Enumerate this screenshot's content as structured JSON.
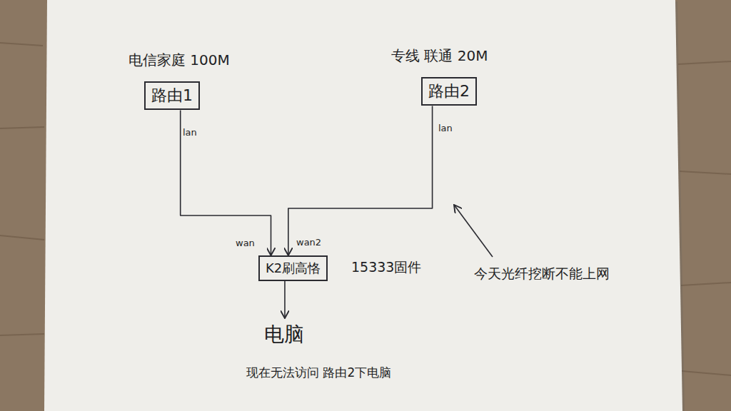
{
  "diagram": {
    "caption": "现在无法访问 路由2下电脑",
    "nodes": [
      {
        "text": [
          "电信家庭 100M",
          "路由1"
        ]
      },
      {
        "text": [
          "专线 联通 20M",
          "路由2"
        ]
      },
      {
        "text": [
          "K2刷高恪"
        ]
      },
      {
        "text": [
          "电脑"
        ]
      }
    ],
    "edges": [
      {
        "from": 0,
        "to": 2,
        "arrow": "to"
      },
      {
        "from": 1,
        "to": 2,
        "arrow": "to"
      },
      {
        "from": 2,
        "to": 3,
        "arrow": "to"
      }
    ],
    "labels": [
      "lan",
      "lan",
      "wan",
      "wan2",
      "15333固件",
      "今天光纤挖断不能上网"
    ]
  }
}
